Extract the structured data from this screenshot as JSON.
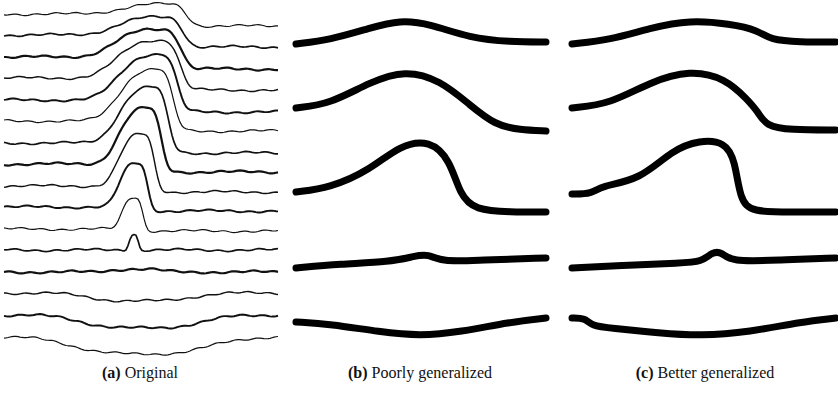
{
  "diagram": {
    "labels": [
      "(a) Original",
      "(b) Poorly generalized",
      "(c) Better generalized"
    ]
  }
}
